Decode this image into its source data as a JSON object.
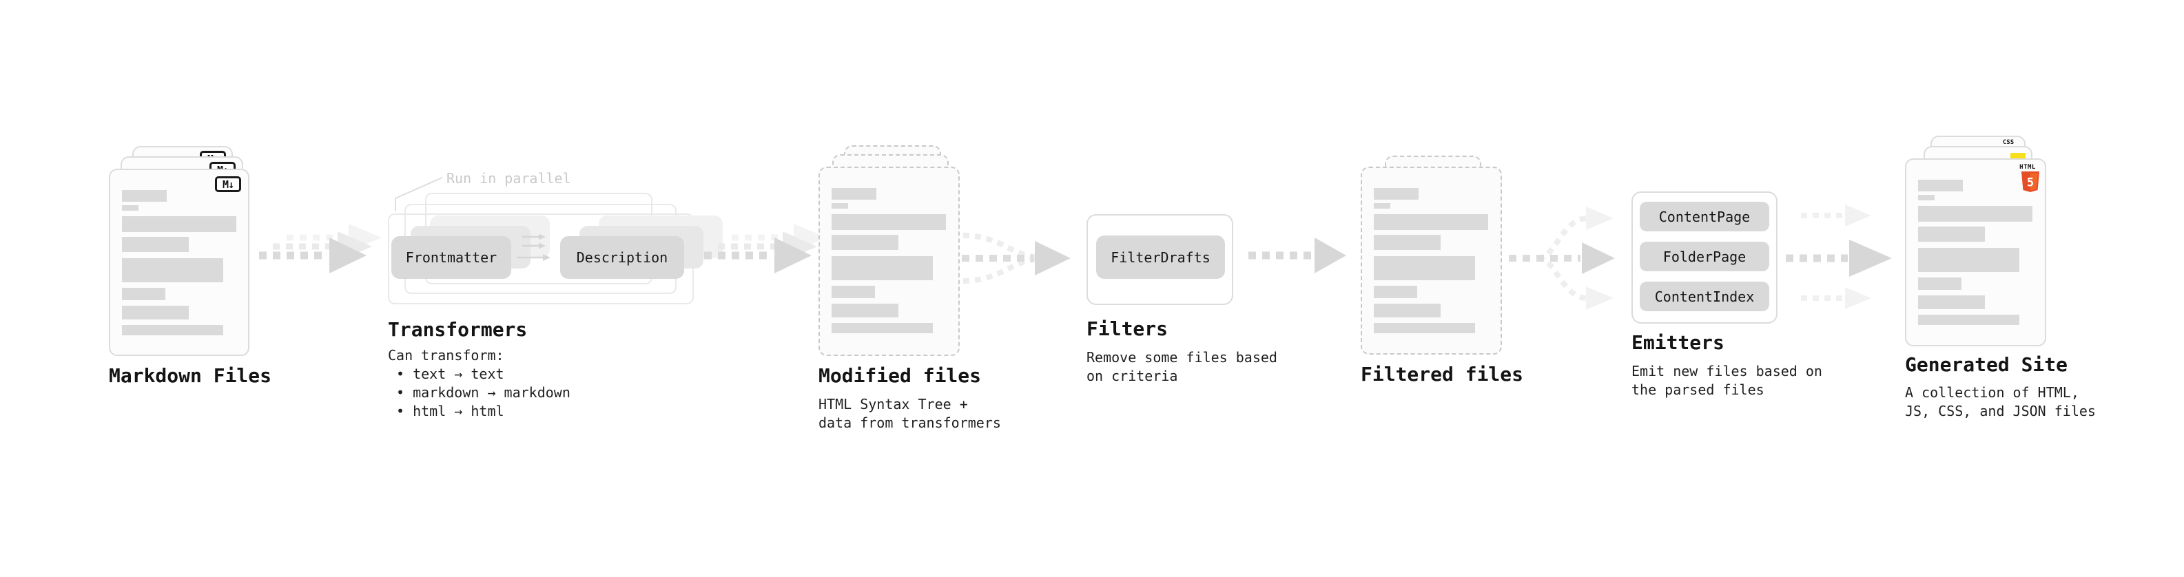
{
  "diagram": {
    "markdown_files": {
      "title": "Markdown Files",
      "icon_label": "M↓"
    },
    "transformers": {
      "title": "Transformers",
      "annotation": "Run in parallel",
      "pills": [
        "Frontmatter",
        "Description"
      ],
      "caption_heading": "Can transform:",
      "bullets": [
        "• text → text",
        "• markdown → markdown",
        "• html → html"
      ]
    },
    "modified_files": {
      "title": "Modified files",
      "caption": [
        "HTML Syntax Tree +",
        "data from transformers"
      ]
    },
    "filters": {
      "title": "Filters",
      "pill": "FilterDrafts",
      "caption": [
        "Remove some files based",
        "on criteria"
      ]
    },
    "filtered_files": {
      "title": "Filtered files"
    },
    "emitters": {
      "title": "Emitters",
      "pills": [
        "ContentPage",
        "FolderPage",
        "ContentIndex"
      ],
      "caption": [
        "Emit new files based on",
        "the parsed files"
      ]
    },
    "generated_site": {
      "title": "Generated Site",
      "caption": [
        "A collection of HTML,",
        "JS, CSS, and JSON files"
      ],
      "badges": {
        "html_label": "HTML",
        "html_number": "5",
        "css": "CSS"
      }
    },
    "colors": {
      "bar_gray": "#dadada",
      "arrow_gray": "#d7d7d7",
      "annotation_gray": "#c9c9c9",
      "html5_orange": "#e44d26",
      "js_yellow": "#f7df1e",
      "css_blue": "#1a73e8"
    }
  }
}
